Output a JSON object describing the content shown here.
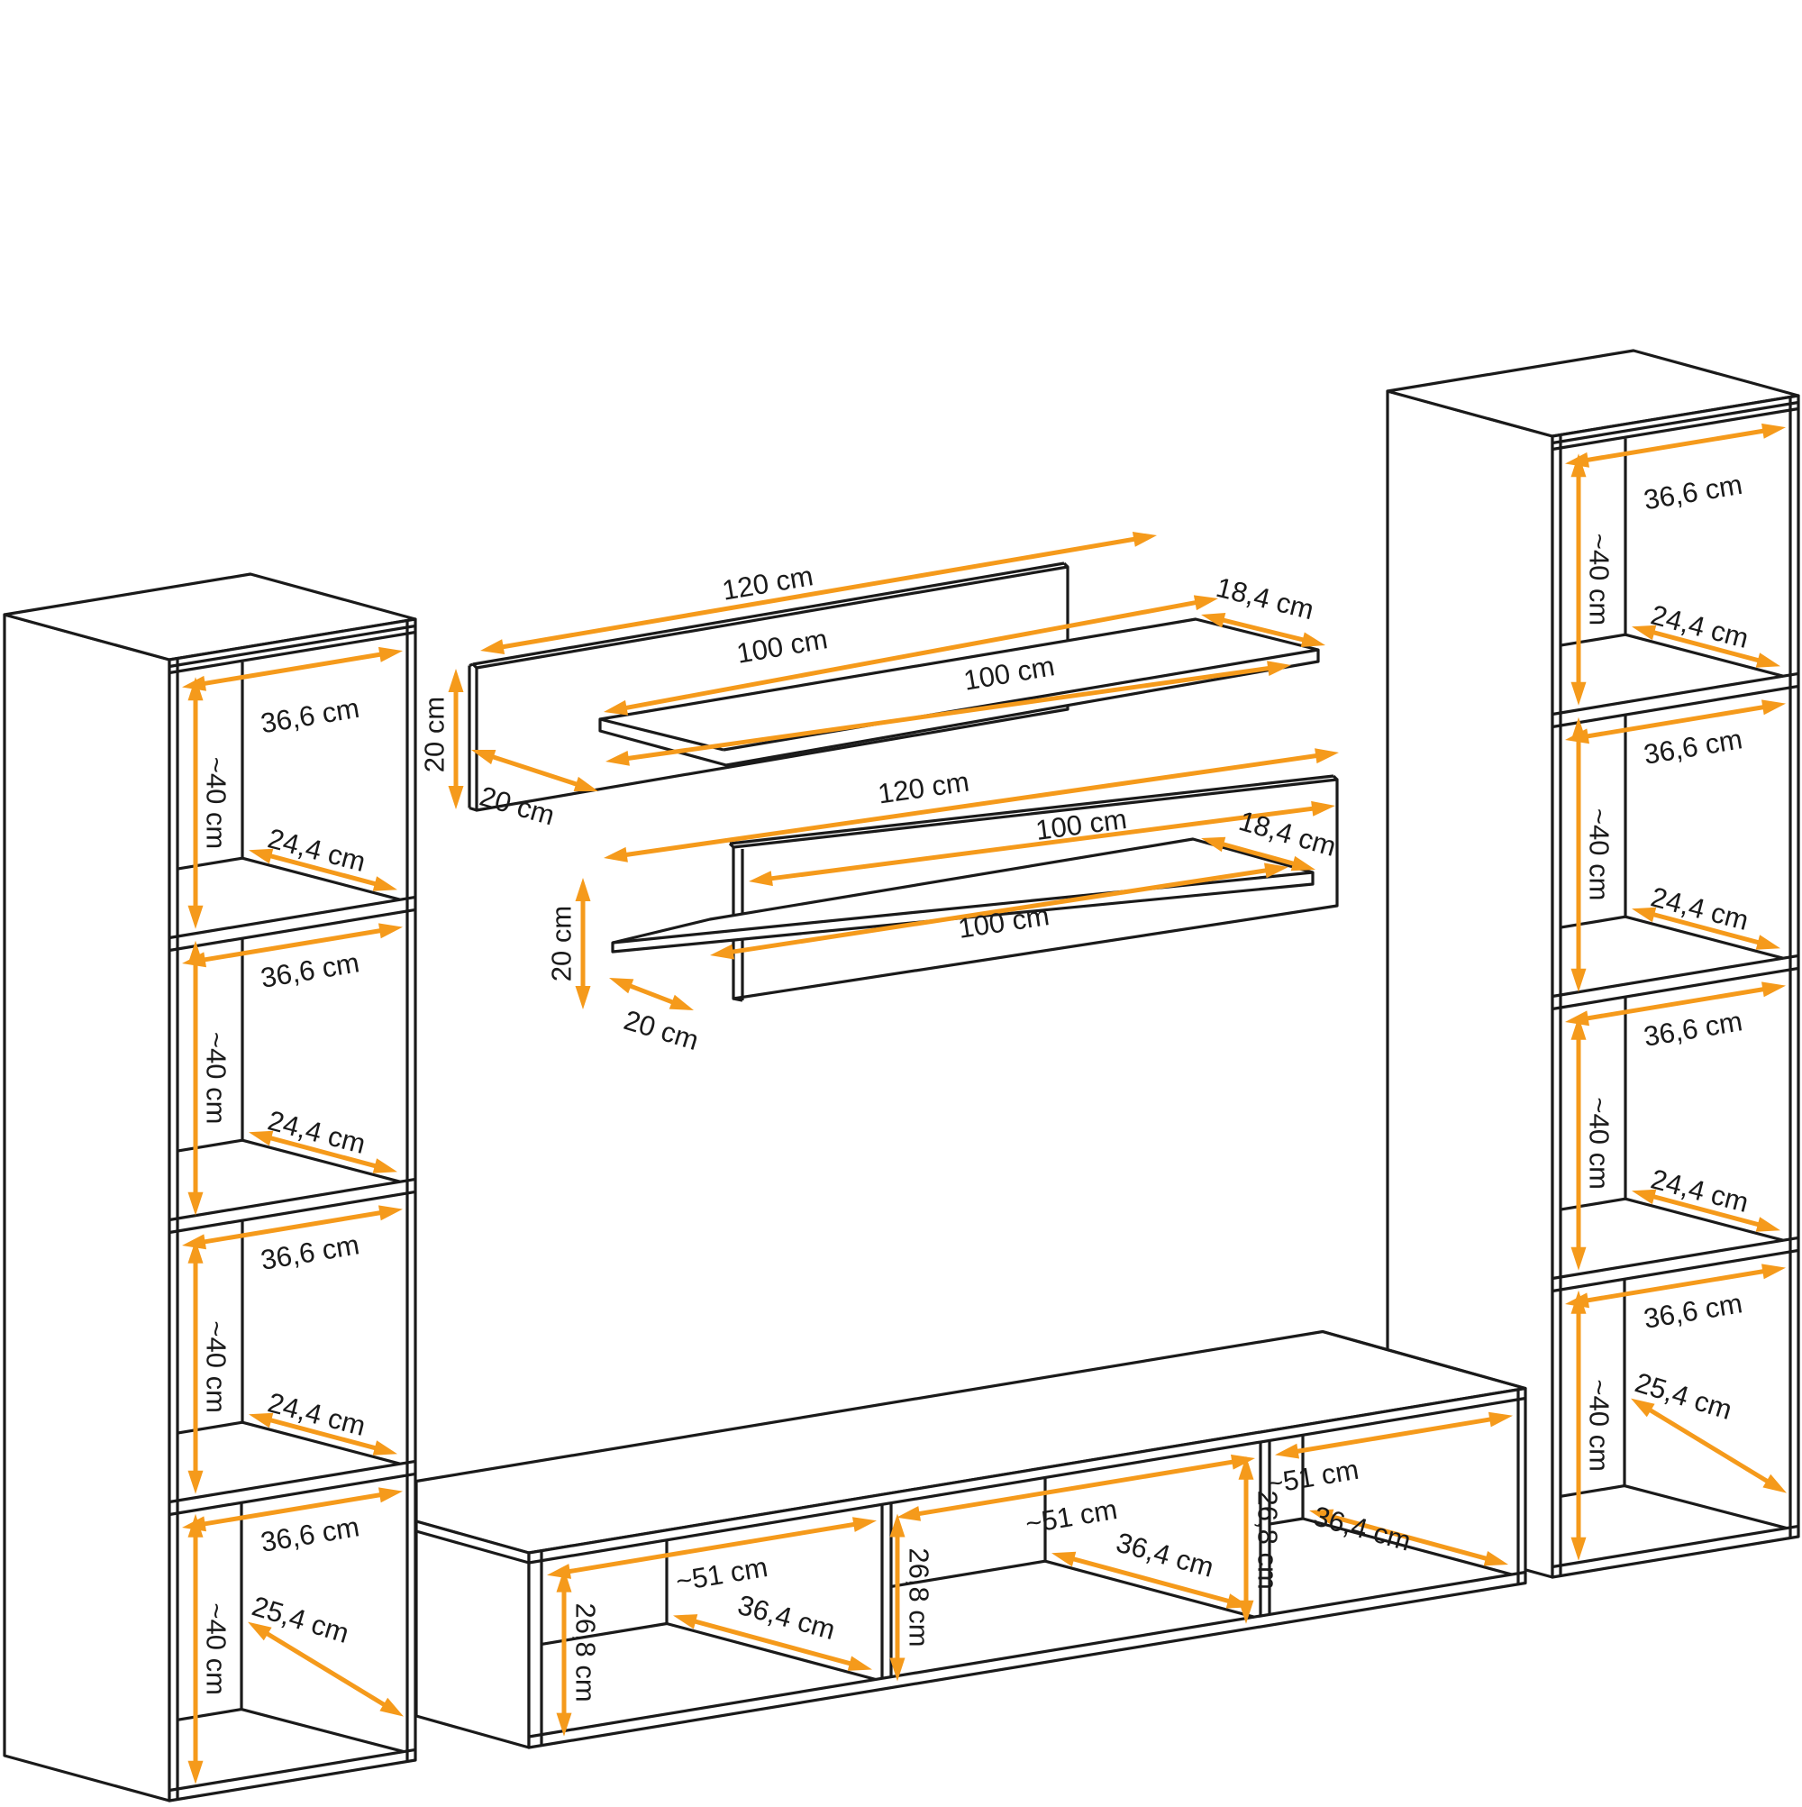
{
  "diagram": {
    "type": "furniture-dimension-diagram",
    "background_color": "#ffffff",
    "line_color": "#1a1a1a",
    "dimension_color": "#f59a1b",
    "unit": "cm",
    "pieces": {
      "left_bookcase": {
        "compartments": [
          {
            "width": "36,6 cm",
            "height": "~40 cm",
            "depth": "24,4 cm"
          },
          {
            "width": "36,6 cm",
            "height": "~40 cm",
            "depth": "24,4 cm"
          },
          {
            "width": "36,6 cm",
            "height": "~40 cm",
            "depth": "24,4 cm"
          },
          {
            "width": "36,6 cm",
            "height": "~40 cm",
            "depth": "25,4 cm"
          }
        ]
      },
      "right_bookcase": {
        "compartments": [
          {
            "width": "36,6 cm",
            "height": "~40 cm",
            "depth": "24,4 cm"
          },
          {
            "width": "36,6 cm",
            "height": "~40 cm",
            "depth": "24,4 cm"
          },
          {
            "width": "36,6 cm",
            "height": "~40 cm",
            "depth": "24,4 cm"
          },
          {
            "width": "36,6 cm",
            "height": "~40 cm",
            "depth": "25,4 cm"
          }
        ]
      },
      "top_wall_shelf": {
        "length": "120 cm",
        "board_length_top": "100 cm",
        "board_length_bottom": "100 cm",
        "board_depth": "18,4 cm",
        "height": "20 cm",
        "total_depth": "20 cm"
      },
      "bottom_wall_shelf": {
        "length": "120 cm",
        "board_length_top": "100 cm",
        "board_length_bottom": "100 cm",
        "board_depth": "18,4 cm",
        "height": "20 cm",
        "total_depth": "20 cm"
      },
      "tv_stand": {
        "compartments": [
          {
            "width": "~51 cm",
            "height": "26,8 cm",
            "depth": "36,4 cm"
          },
          {
            "width": "~51 cm",
            "height": "26,8 cm",
            "depth": "36,4 cm"
          },
          {
            "width": "~51 cm",
            "height": "26,8 cm",
            "depth": "36,4 cm"
          }
        ]
      }
    }
  }
}
